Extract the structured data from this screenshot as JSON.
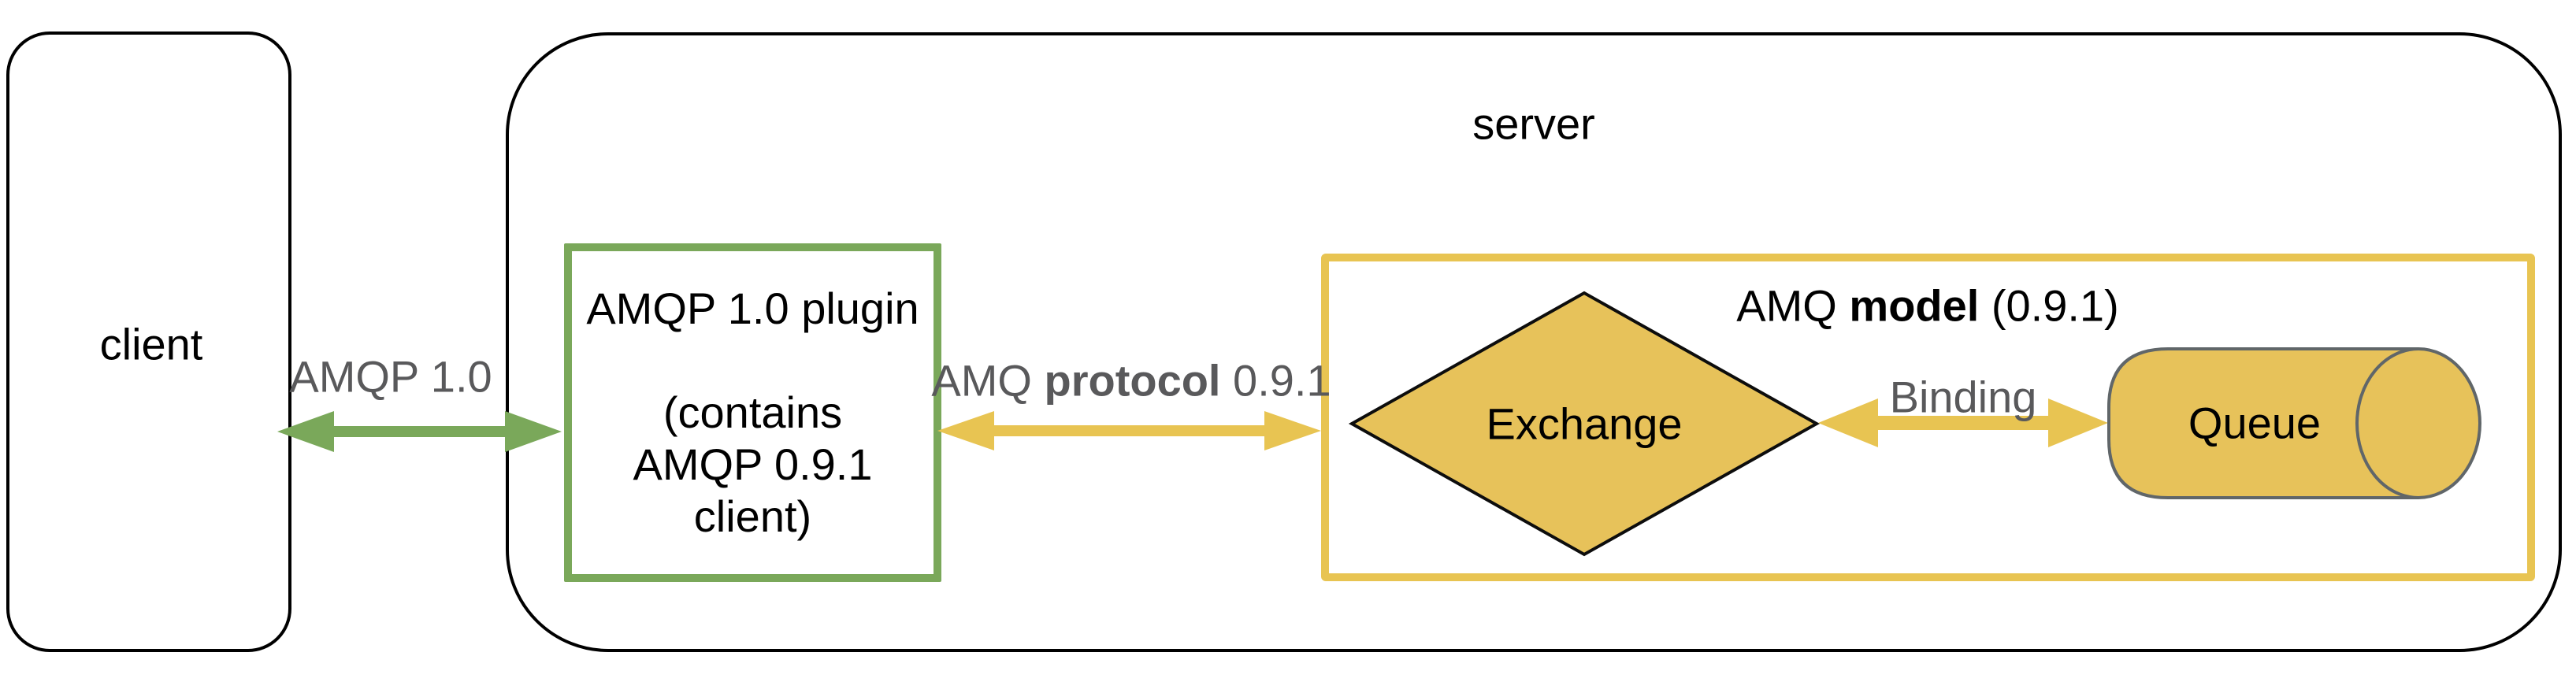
{
  "client": {
    "label": "client"
  },
  "server": {
    "label": "server"
  },
  "plugin": {
    "lines": [
      "AMQP 1.0 plugin",
      "",
      "(contains",
      "AMQP 0.9.1",
      "client)"
    ]
  },
  "model": {
    "title_prefix": "AMQ ",
    "title_bold": "model",
    "title_suffix": " (0.9.1)",
    "exchange_label": "Exchange",
    "queue_label": "Queue"
  },
  "connections": {
    "amqp10": {
      "label": "AMQP 1.0"
    },
    "protocol": {
      "prefix": "AMQ ",
      "bold": "protocol",
      "suffix": " 0.9.1"
    },
    "binding": {
      "label": "Binding"
    }
  },
  "colors": {
    "green_accent": "#7aa85a",
    "yellow_accent": "#e8c452",
    "shape_fill_yellow": "#e7c25a",
    "gray_label_text": "#59595b",
    "cylinder_stroke_gray": "#606669",
    "outline_black": "#000000"
  }
}
